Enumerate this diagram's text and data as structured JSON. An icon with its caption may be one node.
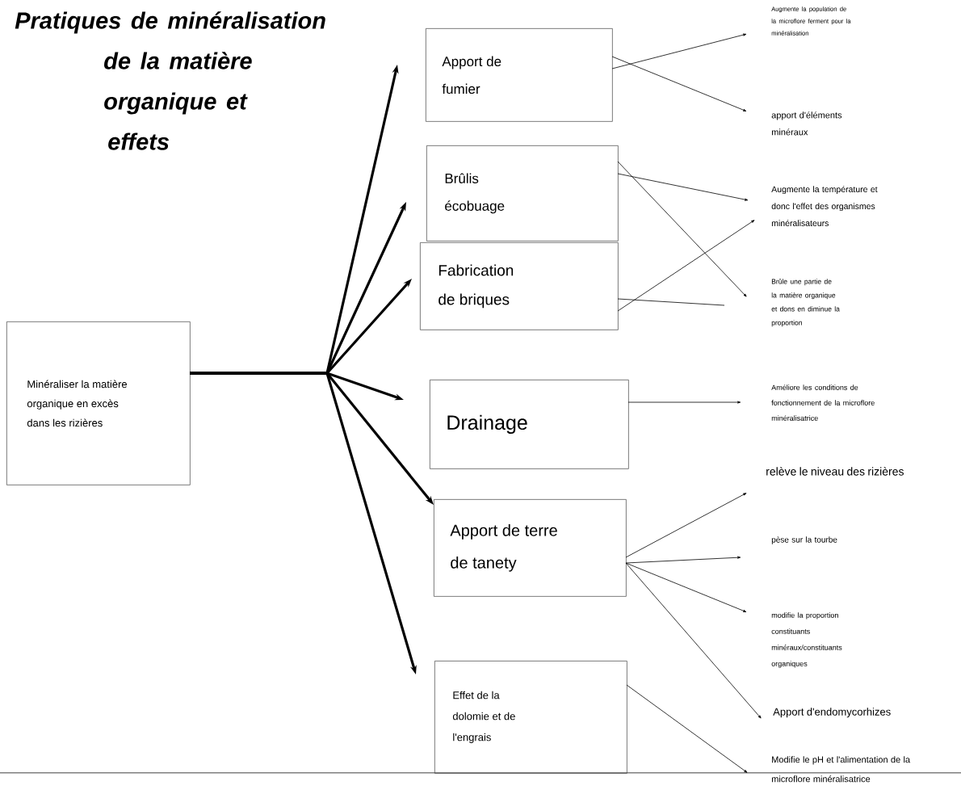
{
  "diagram": {
    "title": "Pratiques de minéralisation de la matière organique et effets",
    "nodes": [
      {
        "text": [
          "Minéraliser la matière organique en excès dans les rizières"
        ]
      },
      {
        "text": [
          "Apport de fumier"
        ]
      },
      {
        "text": [
          "Brûlis écobuage"
        ]
      },
      {
        "text": [
          "Fabrication de briques"
        ]
      },
      {
        "text": [
          "Drainage"
        ]
      },
      {
        "text": [
          "Apport de terre de tanety"
        ]
      },
      {
        "text": [
          "Effet de la dolomie et de l'engrais"
        ]
      },
      {
        "text": [
          "Augmente la population de la microflore ferment pour la minéralisation"
        ]
      },
      {
        "text": [
          "apport d'éléments minéraux"
        ]
      },
      {
        "text": [
          "Augmente la température et donc l'effet des organismes minéralisateurs"
        ]
      },
      {
        "text": [
          "Brûle une partie de la matière organique et dons en diminue la proportion"
        ]
      },
      {
        "text": [
          "Améliore les conditions de fonctionnement de la microflore minéralisatrice"
        ]
      },
      {
        "text": [
          "relève le niveau des rizières"
        ]
      },
      {
        "text": [
          "pèse sur la tourbe"
        ]
      },
      {
        "text": [
          "modifie la proportion constituants minéraux/constituants organiques"
        ]
      },
      {
        "text": [
          "Apport d'endomycorhizes"
        ]
      },
      {
        "text": [
          "Modifie le pH et l'alimentation de la microflore minéralisatrice"
        ]
      }
    ],
    "edges": [
      {
        "from": 0,
        "to": 1,
        "arrow": "to",
        "style": "thick"
      },
      {
        "from": 0,
        "to": 2,
        "arrow": "to",
        "style": "thick"
      },
      {
        "from": 0,
        "to": 3,
        "arrow": "to",
        "style": "thick"
      },
      {
        "from": 0,
        "to": 4,
        "arrow": "to",
        "style": "thick"
      },
      {
        "from": 0,
        "to": 5,
        "arrow": "to",
        "style": "thick"
      },
      {
        "from": 0,
        "to": 6,
        "arrow": "to",
        "style": "thick"
      },
      {
        "from": 1,
        "to": 7,
        "arrow": "to"
      },
      {
        "from": 1,
        "to": 8,
        "arrow": "to"
      },
      {
        "from": 2,
        "to": 9,
        "arrow": "to"
      },
      {
        "from": 2,
        "to": 10,
        "arrow": "to"
      },
      {
        "from": 3,
        "to": 9,
        "arrow": "to"
      },
      {
        "from": 3,
        "to": 10,
        "arrow": "none"
      },
      {
        "from": 4,
        "to": 11,
        "arrow": "to"
      },
      {
        "from": 5,
        "to": 12,
        "arrow": "to"
      },
      {
        "from": 5,
        "to": 13,
        "arrow": "to"
      },
      {
        "from": 5,
        "to": 14,
        "arrow": "to"
      },
      {
        "from": 5,
        "to": 15,
        "arrow": "to"
      },
      {
        "from": 6,
        "to": 16,
        "arrow": "to"
      }
    ]
  }
}
